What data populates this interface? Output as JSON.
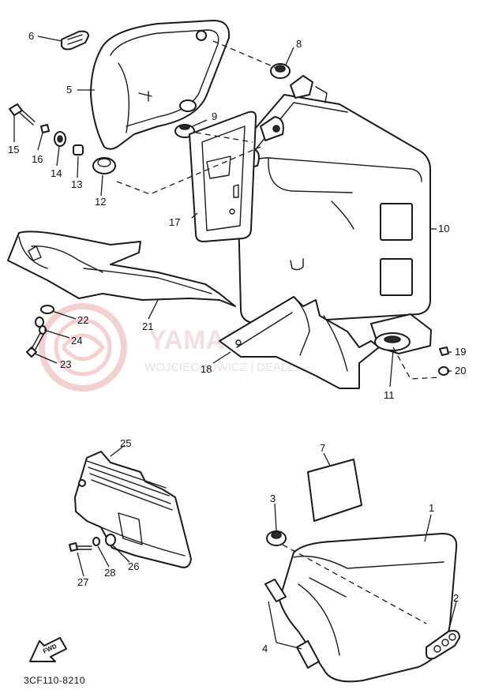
{
  "diagram": {
    "doc_code": "3CF110-8210",
    "fwd_label": "FWD",
    "callouts": [
      {
        "id": "1",
        "label": "1"
      },
      {
        "id": "2",
        "label": "2"
      },
      {
        "id": "3",
        "label": "3"
      },
      {
        "id": "4",
        "label": "4"
      },
      {
        "id": "5",
        "label": "5"
      },
      {
        "id": "6",
        "label": "6"
      },
      {
        "id": "7",
        "label": "7"
      },
      {
        "id": "8",
        "label": "8"
      },
      {
        "id": "9",
        "label": "9"
      },
      {
        "id": "10",
        "label": "10"
      },
      {
        "id": "11",
        "label": "11"
      },
      {
        "id": "12",
        "label": "12"
      },
      {
        "id": "13",
        "label": "13"
      },
      {
        "id": "14",
        "label": "14"
      },
      {
        "id": "15",
        "label": "15"
      },
      {
        "id": "16",
        "label": "16"
      },
      {
        "id": "17",
        "label": "17"
      },
      {
        "id": "18",
        "label": "18"
      },
      {
        "id": "19",
        "label": "19"
      },
      {
        "id": "20",
        "label": "20"
      },
      {
        "id": "21",
        "label": "21"
      },
      {
        "id": "22",
        "label": "22"
      },
      {
        "id": "23",
        "label": "23"
      },
      {
        "id": "24",
        "label": "24"
      },
      {
        "id": "25",
        "label": "25"
      },
      {
        "id": "26",
        "label": "26"
      },
      {
        "id": "27",
        "label": "27"
      },
      {
        "id": "28",
        "label": "28"
      }
    ]
  },
  "watermark": {
    "title": "YAMASKLEP",
    "subtitle": "WOJCIECHOWICZ | DEALER YAMAHA",
    "color": "#e8a0a0"
  }
}
